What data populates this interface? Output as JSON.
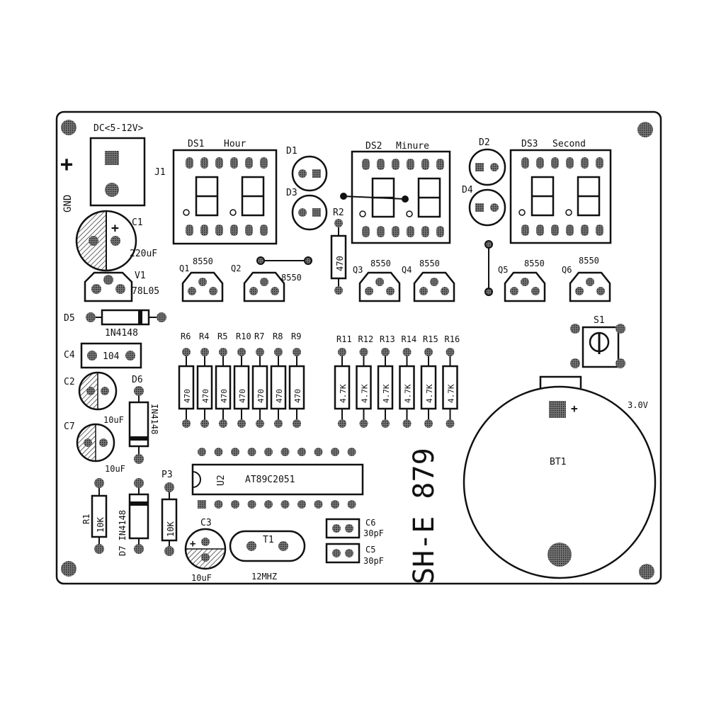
{
  "board": {
    "model": "SH-E 879",
    "power_label": "DC<5-12V>",
    "plus_symbol": "+",
    "gnd_label": "GND",
    "j1": "J1"
  },
  "displays": {
    "ds1": "DS1",
    "ds1_desc": "Hour",
    "ds2": "DS2",
    "ds2_desc": "Minure",
    "ds3": "DS3",
    "ds3_desc": "Second"
  },
  "caps": {
    "c1": "C1",
    "c1_val": "220uF",
    "c1_plus": "+",
    "c2": "C2",
    "c2_val": "10uF",
    "c7": "C7",
    "c7_val": "10uF",
    "c3": "C3",
    "c3_val": "10uF",
    "c3_plus": "+",
    "c4": "C4",
    "c4_body": "104",
    "c6": "C6",
    "c6_val": "30pF",
    "c5": "C5",
    "c5_val": "30pF"
  },
  "transistors": {
    "q1": "Q1",
    "q1_val": "8550",
    "q2": "Q2",
    "q2_val": "8550",
    "q3": "Q3",
    "q3_val": "8550",
    "q4": "Q4",
    "q4_val": "8550",
    "q5": "Q5",
    "q5_val": "8550",
    "q6": "Q6",
    "q6_val": "8550"
  },
  "regulator": {
    "ref": "V1",
    "val": "78L05"
  },
  "diodes": {
    "d5": "D5",
    "d5_val": "1N4148",
    "d6": "D6",
    "d6_val": "IN4148",
    "d7": "D7 IN4148",
    "d1": "D1",
    "d3": "D3",
    "d2": "D2",
    "d4": "D4"
  },
  "resistors": {
    "group1": [
      {
        "ref": "R6",
        "val": "470"
      },
      {
        "ref": "R4",
        "val": "470"
      },
      {
        "ref": "R5",
        "val": "470"
      },
      {
        "ref": "R10",
        "val": "470"
      },
      {
        "ref": "R7",
        "val": "470"
      },
      {
        "ref": "R8",
        "val": "470"
      },
      {
        "ref": "R9",
        "val": "470"
      }
    ],
    "group2": [
      {
        "ref": "R11",
        "val": "4.7K"
      },
      {
        "ref": "R12",
        "val": "4.7K"
      },
      {
        "ref": "R13",
        "val": "4.7K"
      },
      {
        "ref": "R14",
        "val": "4.7K"
      },
      {
        "ref": "R15",
        "val": "4.7K"
      },
      {
        "ref": "R16",
        "val": "4.7K"
      }
    ],
    "r2": "R2",
    "r2_val": "470",
    "r1": "R1",
    "r1_val": "10K",
    "p3": "P3",
    "p3_val": "10K"
  },
  "ic": {
    "ref": "U2",
    "val": "AT89C2051"
  },
  "crystal": {
    "ref": "T1",
    "val": "12MHZ"
  },
  "battery": {
    "ref": "BT1",
    "voltage": "3.0V",
    "plus": "+"
  },
  "switch": {
    "ref": "S1"
  }
}
